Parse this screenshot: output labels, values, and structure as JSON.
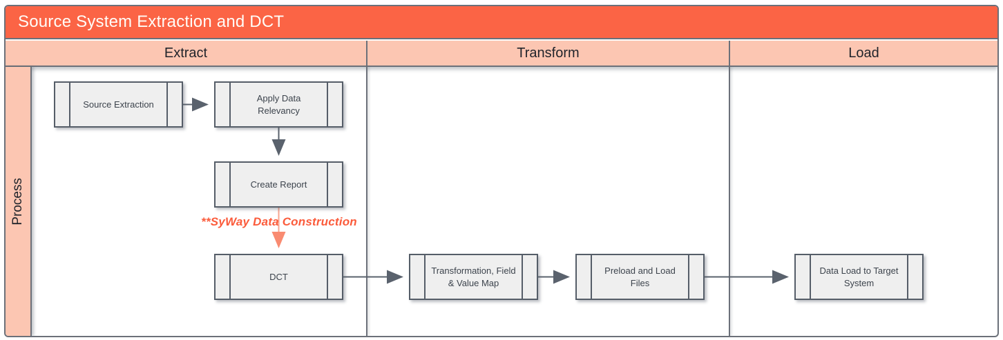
{
  "title": "Source System Extraction and DCT",
  "row_label": "Process",
  "lanes": [
    {
      "label": "Extract"
    },
    {
      "label": "Transform"
    },
    {
      "label": "Load"
    }
  ],
  "nodes": [
    {
      "id": "source-extraction",
      "label": "Source Extraction",
      "lane": "Extract"
    },
    {
      "id": "apply-data-relevancy",
      "label": "Apply Data Relevancy",
      "lane": "Extract"
    },
    {
      "id": "create-report",
      "label": "Create Report",
      "lane": "Extract"
    },
    {
      "id": "dct",
      "label": "DCT",
      "lane": "Extract"
    },
    {
      "id": "transformation-field-value-map",
      "label": "Transformation, Field & Value Map",
      "lane": "Transform"
    },
    {
      "id": "preload-and-load-files",
      "label": "Preload and Load Files",
      "lane": "Transform"
    },
    {
      "id": "data-load-to-target-system",
      "label": "Data Load to Target System",
      "lane": "Load"
    }
  ],
  "annotation": {
    "label": "**SyWay Data Construction"
  },
  "connections": [
    "source-extraction -> apply-data-relevancy",
    "apply-data-relevancy -> create-report",
    "create-report -> dct (highlighted orange)",
    "dct -> transformation-field-value-map",
    "transformation-field-value-map -> preload-and-load-files",
    "preload-and-load-files -> data-load-to-target-system"
  ],
  "colors": {
    "banner_bg": "#fb6445",
    "banner_text": "#fffdf8",
    "lane_header_bg": "#fcc6b2",
    "frame_border": "#6b7079",
    "node_fill": "#efefef",
    "node_border": "#555d68",
    "node_text": "#3c434c",
    "arrow": "#5a626d",
    "annotation_text": "#fb5b3b",
    "annotation_arrow_line": "#f9a58f",
    "annotation_arrow_head": "#f98b71"
  }
}
